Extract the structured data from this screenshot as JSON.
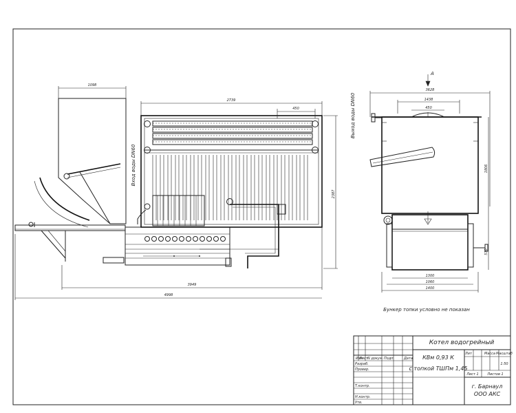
{
  "dimensions": {
    "hopper_width": "1098",
    "boiler_length": "2739",
    "top_flue": "450",
    "total_length_inner": "3949",
    "total_length": "4998",
    "height_left": "2387",
    "side_width": "3628",
    "side_upper": "1438",
    "side_flue": "450",
    "side_height": "1806",
    "side_lower": "570",
    "furnace_w1": "1300",
    "furnace_w2": "1060",
    "furnace_w3": "1400"
  },
  "labels": {
    "inlet": "Вход воды DN60",
    "outlet": "Выход воды DN60",
    "view_a": "A",
    "note": "Бункер топки условно не показан"
  },
  "title_block": {
    "title": "Котел водогрейный",
    "model": "КВм 0,93 К",
    "model2": "с топкой ТШПм 1,45",
    "col_lit": "Лит",
    "col_mass": "Масса",
    "col_scale": "Масштаб",
    "scale": "1:50",
    "sheet": "Лист 1",
    "sheets": "Листов 1",
    "city": "г. Барнаул",
    "org": "ООО АКС",
    "r_izm": "Изм",
    "r_list": "Лист",
    "r_doc": "N докум.",
    "r_sign": "Подп.",
    "r_date": "Дата",
    "r_razrab": "Разраб.",
    "r_prover": "Провер.",
    "r_tkontr": "Т.контр.",
    "r_nkontr": "Н.контр.",
    "r_utv": "Утв."
  }
}
